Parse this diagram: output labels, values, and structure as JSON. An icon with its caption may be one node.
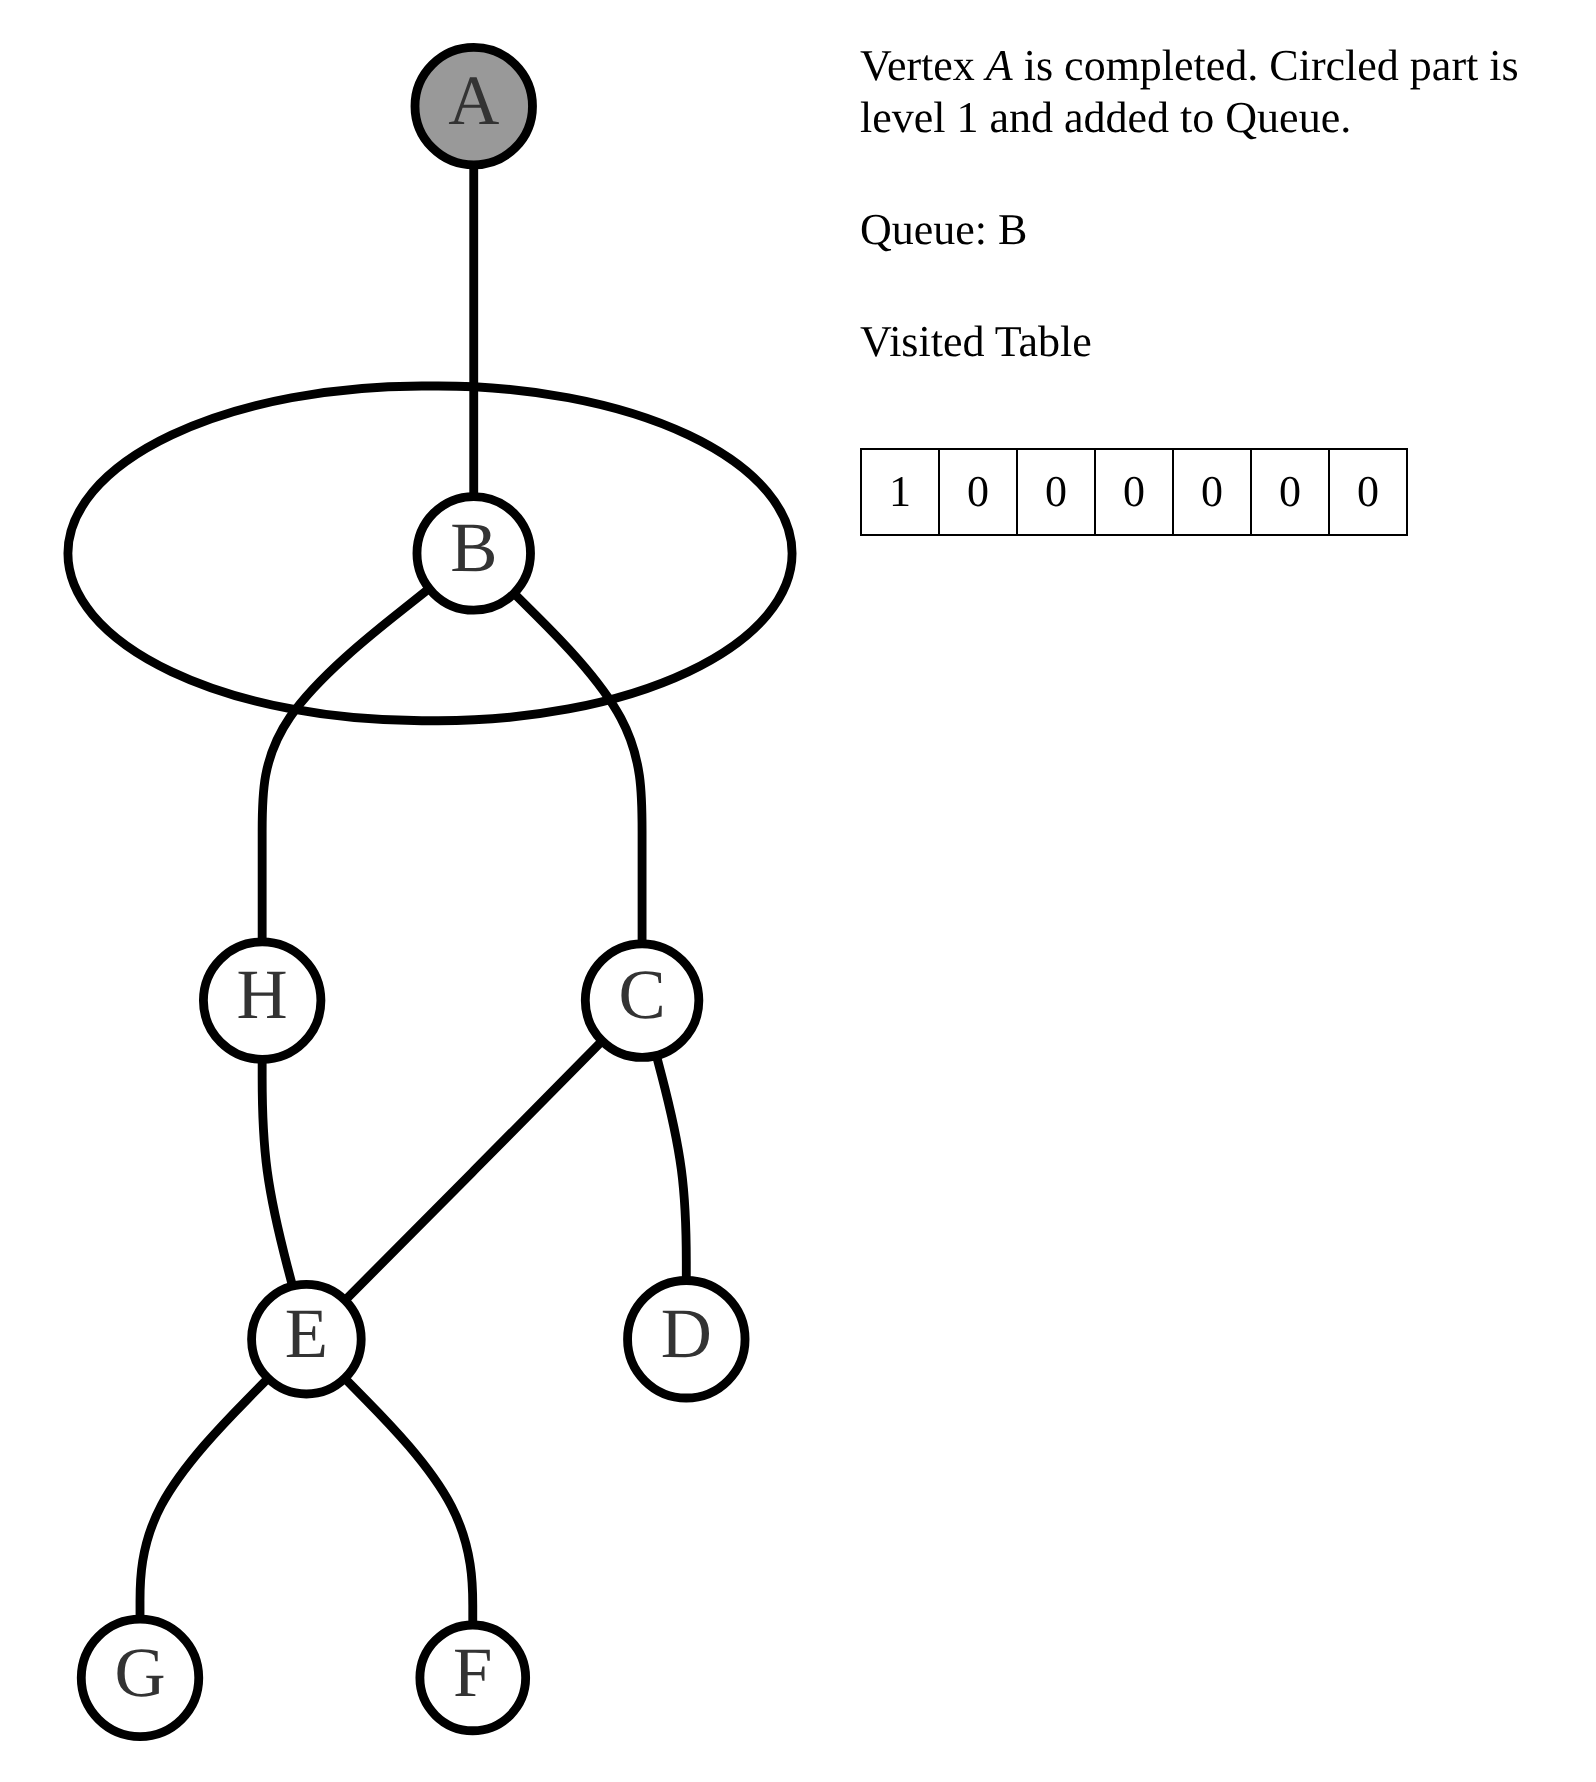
{
  "diagram": {
    "nodes": [
      {
        "text": [
          "A"
        ]
      },
      {
        "text": [],
        "shape": "cloud"
      },
      {
        "text": [
          "B"
        ],
        "in": 1
      },
      {
        "text": [
          "H"
        ]
      },
      {
        "text": [
          "C"
        ]
      },
      {
        "text": [
          "E"
        ]
      },
      {
        "text": [
          "G"
        ]
      },
      {
        "text": [
          "D"
        ]
      },
      {
        "text": [
          "F"
        ]
      }
    ],
    "edges": [
      {
        "from": 0,
        "to": 2,
        "arrow": "none"
      },
      {
        "from": 2,
        "to": 3,
        "arrow": "none"
      },
      {
        "from": 2,
        "to": 4,
        "arrow": "none"
      },
      {
        "from": 3,
        "to": 5,
        "arrow": "none"
      },
      {
        "from": 4,
        "to": 5,
        "arrow": "none"
      },
      {
        "from": 5,
        "to": 6,
        "arrow": "none"
      },
      {
        "from": 4,
        "to": 7,
        "arrow": "none"
      },
      {
        "from": 5,
        "to": 8,
        "arrow": "none"
      }
    ],
    "labels": [
      "Vertex *A* is completed. Circled part is level 1 and added to Queue.",
      "Queue: B",
      "Visited Table",
      "1",
      "0",
      "0",
      "0",
      "0",
      "0",
      "0"
    ]
  }
}
